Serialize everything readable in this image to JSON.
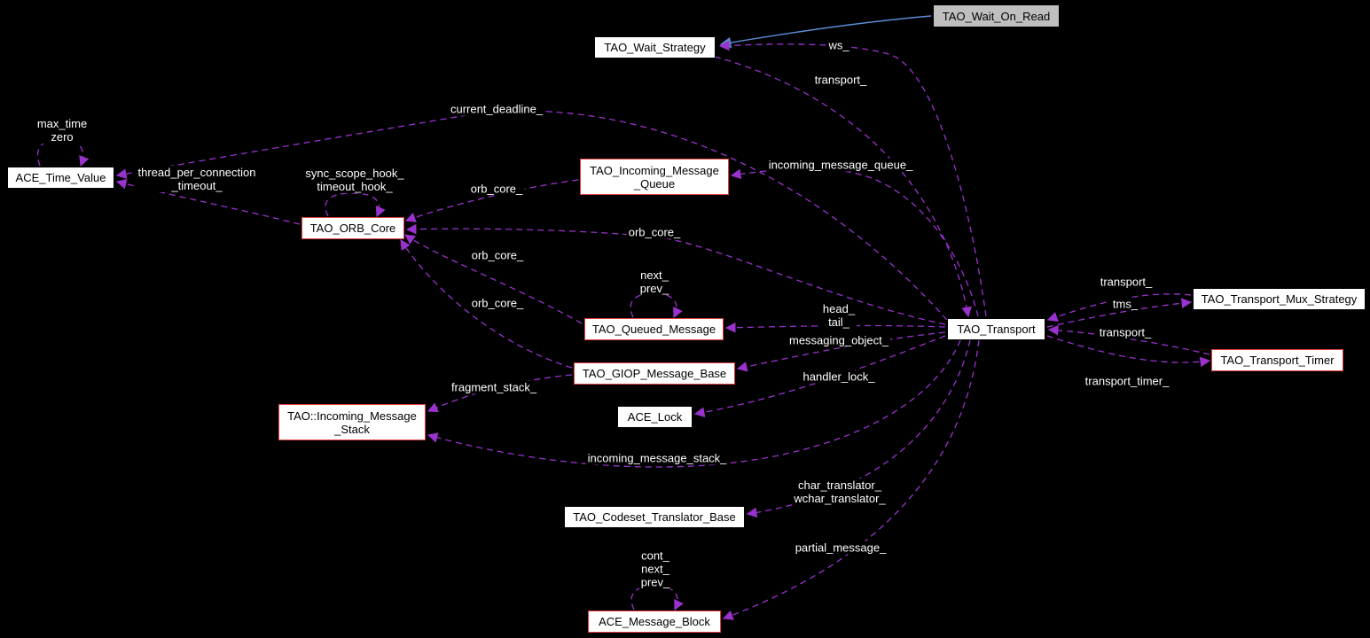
{
  "diagram": {
    "type": "collaboration-graph",
    "background": "#000000",
    "edge_color": "#9a32cd",
    "inheritance_edge_color": "#5b8dd9",
    "node_border_red": "#e53e3e",
    "node_border_black": "#000000",
    "highlight_fill": "#bfbfbf"
  },
  "nodes": {
    "tao_wait_on_read": "TAO_Wait_On_Read",
    "tao_wait_strategy": "TAO_Wait_Strategy",
    "ace_time_value": "ACE_Time_Value",
    "tao_orb_core": "TAO_ORB_Core",
    "tao_incoming_message_queue": "TAO_Incoming_Message\n_Queue",
    "tao_queued_message": "TAO_Queued_Message",
    "tao_giop_message_base": "TAO_GIOP_Message_Base",
    "tao_incoming_message_stack": "TAO::Incoming_Message\n_Stack",
    "ace_lock": "ACE_Lock",
    "tao_codeset_translator_base": "TAO_Codeset_Translator_Base",
    "ace_message_block": "ACE_Message_Block",
    "tao_transport": "TAO_Transport",
    "tao_transport_mux_strategy": "TAO_Transport_Mux_Strategy",
    "tao_transport_timer": "TAO_Transport_Timer"
  },
  "edge_labels": {
    "ws": "ws_",
    "transport_ws": "transport_",
    "max_time_zero": "max_time\nzero",
    "current_deadline": "current_deadline_",
    "thread_per_connection_timeout": "thread_per_connection\n_timeout_",
    "sync_scope_hook": "sync_scope_hook_\ntimeout_hook_",
    "orb_core_imq": "orb_core_",
    "incoming_message_queue": "incoming_message_queue_",
    "orb_core_transport": "orb_core_",
    "orb_core_qm": "orb_core_",
    "orb_core_gmb": "orb_core_",
    "next_prev": "next_\nprev_",
    "head_tail": "head_\ntail_",
    "messaging_object": "messaging_object_",
    "fragment_stack": "fragment_stack_",
    "handler_lock": "handler_lock_",
    "incoming_message_stack": "incoming_message_stack_",
    "char_translator": "char_translator_\nwchar_translator_",
    "partial_message": "partial_message_",
    "cont_next_prev": "cont_\nnext_\nprev_",
    "transport_mux": "transport_",
    "tms": "tms_",
    "transport_timer_back": "transport_",
    "transport_timer": "transport_timer_"
  }
}
